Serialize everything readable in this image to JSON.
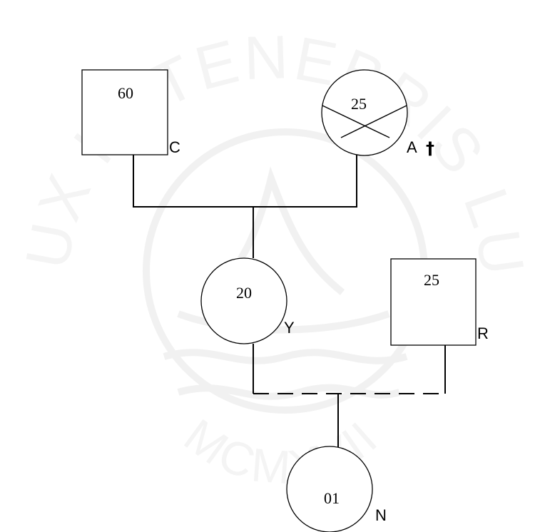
{
  "watermark": {
    "motto": "ET LUX IN TENEBRIS LUCET",
    "year": "MCMXVII",
    "color": "#f4f4f4"
  },
  "genogram": {
    "line_color": "#000000",
    "people": [
      {
        "id": "c",
        "shape": "square",
        "sex": "male",
        "age": "60",
        "letter": "C",
        "deceased": false
      },
      {
        "id": "a",
        "shape": "circle",
        "sex": "female",
        "age": "25",
        "letter": "A",
        "deceased": true,
        "deceased_mark": "†"
      },
      {
        "id": "y",
        "shape": "circle",
        "sex": "female",
        "age": "20",
        "letter": "Y",
        "deceased": false
      },
      {
        "id": "r",
        "shape": "square",
        "sex": "male",
        "age": "25",
        "letter": "R",
        "deceased": false
      },
      {
        "id": "n",
        "shape": "circle",
        "sex": "female",
        "age": "01",
        "letter": "N",
        "deceased": false
      }
    ],
    "relations": [
      {
        "type": "union",
        "style": "solid",
        "partners": [
          "c",
          "a"
        ],
        "children": [
          "y"
        ]
      },
      {
        "type": "union",
        "style": "dashed",
        "partners": [
          "y",
          "r"
        ],
        "children": [
          "n"
        ]
      }
    ]
  }
}
